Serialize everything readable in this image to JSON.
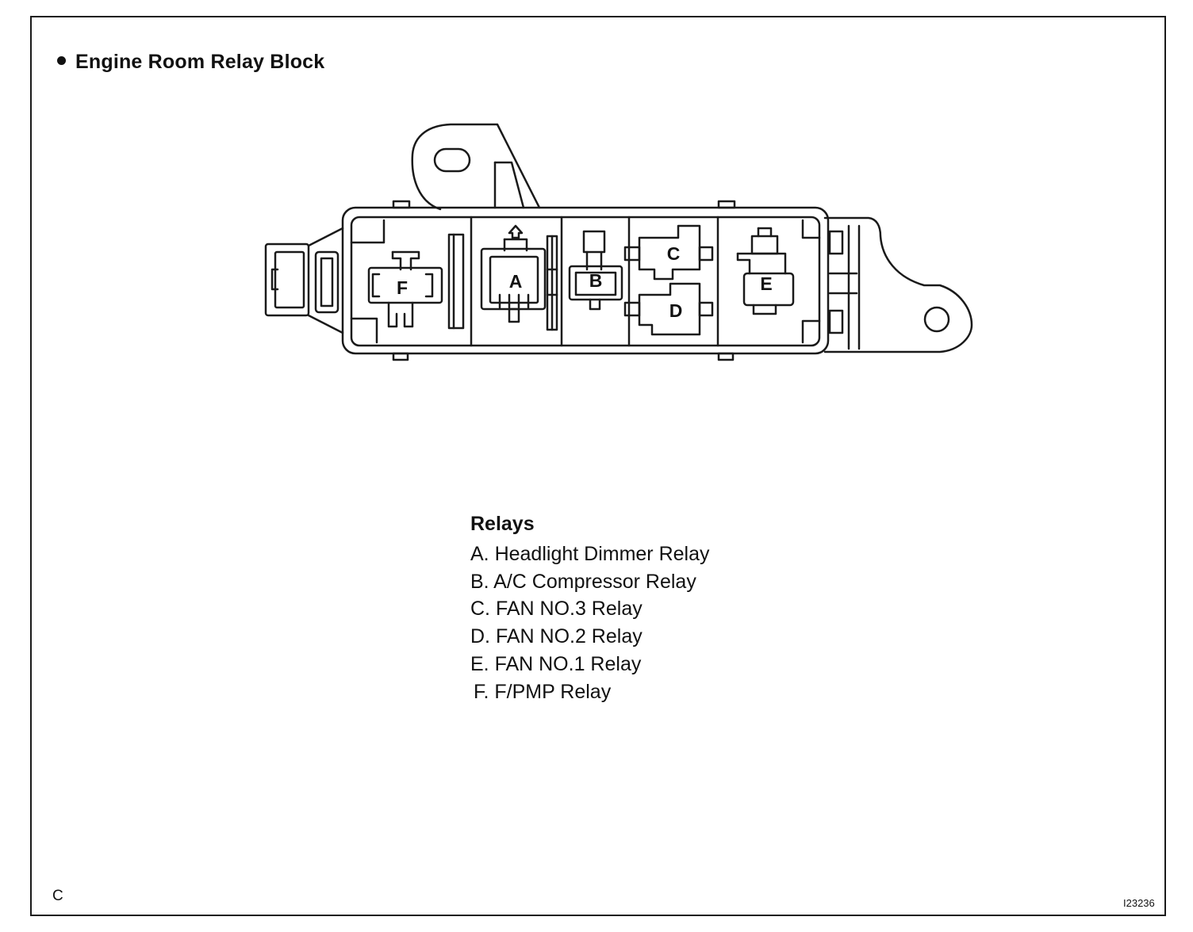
{
  "title": "Engine Room Relay Block",
  "relay_labels": {
    "a": "A",
    "b": "B",
    "c": "C",
    "d": "D",
    "e": "E",
    "f": "F"
  },
  "legend": {
    "heading": "Relays",
    "items": [
      "A. Headlight Dimmer Relay",
      "B. A/C Compressor Relay",
      "C. FAN NO.3 Relay",
      "D. FAN NO.2 Relay",
      "E. FAN NO.1 Relay",
      "F. F/PMP Relay"
    ]
  },
  "corner_label": "C",
  "figure_code": "I23236"
}
